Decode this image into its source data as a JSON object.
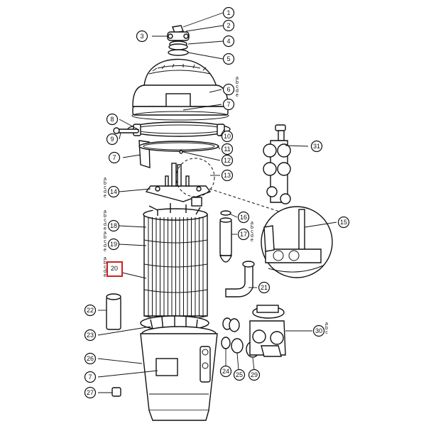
{
  "diagram": {
    "callouts": [
      {
        "id": "c1",
        "label": "1"
      },
      {
        "id": "c2",
        "label": "2"
      },
      {
        "id": "c3",
        "label": "3"
      },
      {
        "id": "c4",
        "label": "4"
      },
      {
        "id": "c5",
        "label": "5"
      },
      {
        "id": "c6",
        "label": "6"
      },
      {
        "id": "c7a",
        "label": "7"
      },
      {
        "id": "c8",
        "label": "8"
      },
      {
        "id": "c9",
        "label": "9"
      },
      {
        "id": "c10",
        "label": "10"
      },
      {
        "id": "c7b",
        "label": "7"
      },
      {
        "id": "c11",
        "label": "11"
      },
      {
        "id": "c12",
        "label": "12"
      },
      {
        "id": "c13",
        "label": "13"
      },
      {
        "id": "c14",
        "label": "14"
      },
      {
        "id": "c31",
        "label": "31"
      },
      {
        "id": "c16",
        "label": "16"
      },
      {
        "id": "c17",
        "label": "17"
      },
      {
        "id": "c15",
        "label": "15"
      },
      {
        "id": "c18",
        "label": "18"
      },
      {
        "id": "c19",
        "label": "19"
      },
      {
        "id": "c20",
        "label": "20"
      },
      {
        "id": "c21",
        "label": "21"
      },
      {
        "id": "c22",
        "label": "22"
      },
      {
        "id": "c23",
        "label": "23"
      },
      {
        "id": "c30",
        "label": "30"
      },
      {
        "id": "c26",
        "label": "26"
      },
      {
        "id": "c7c",
        "label": "7"
      },
      {
        "id": "c24",
        "label": "24"
      },
      {
        "id": "c25",
        "label": "25"
      },
      {
        "id": "c29",
        "label": "29"
      },
      {
        "id": "c27",
        "label": "27"
      }
    ],
    "variants": {
      "v6": [
        "a",
        "b",
        "c",
        "d",
        "e"
      ],
      "v14": [
        "a",
        "b",
        "c",
        "d",
        "e"
      ],
      "v18": [
        "a",
        "b",
        "c",
        "d",
        "e"
      ],
      "v19": [
        "a",
        "b",
        "c",
        "d",
        "e"
      ],
      "v20": [
        "a",
        "b",
        "c",
        "d",
        "e"
      ],
      "v17": [
        "a",
        "b",
        "c",
        "d",
        "e"
      ],
      "v30": [
        "a",
        "b",
        "c"
      ]
    },
    "highlight": {
      "target": "20",
      "color": "#d21f1f"
    }
  }
}
